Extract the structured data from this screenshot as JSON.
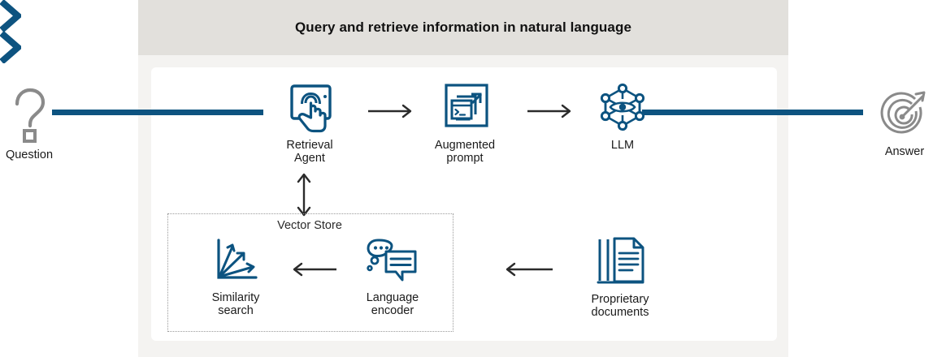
{
  "colors": {
    "brand_blue": "#0d5380",
    "icon_blue": "#0c5380",
    "header_band": "#e2e0dc",
    "outer_panel": "#f4f3f1",
    "inner_panel": "#ffffff",
    "gray_icon": "#8a8a8a",
    "arrow_dark": "#2b2b2b",
    "dotted_border": "#9a9a9a",
    "text_dark": "#1b1b1b"
  },
  "header": {
    "title": "Query and retrieve information in natural language"
  },
  "nodes": {
    "question": {
      "label": "Question",
      "icon": "question-mark-icon"
    },
    "retrieval_agent": {
      "label": "Retrieval\nAgent",
      "icon": "tablet-tap-icon"
    },
    "augmented_prompt": {
      "label": "Augmented\nprompt",
      "icon": "stacked-terminal-windows-icon"
    },
    "llm": {
      "label": "LLM",
      "icon": "neural-network-eye-icon"
    },
    "answer": {
      "label": "Answer",
      "icon": "target-arrow-icon"
    },
    "similarity_search": {
      "label": "Similarity\nsearch",
      "icon": "vector-axes-icon"
    },
    "language_encoder": {
      "label": "Language\nencoder",
      "icon": "speech-bubbles-icon"
    },
    "proprietary_documents": {
      "label": "Proprietary\ndocuments",
      "icon": "stacked-documents-icon"
    }
  },
  "vector_store": {
    "label": "Vector Store"
  },
  "connectors": {
    "question_to_agent": "thick-blue-arrow-right",
    "agent_to_prompt": "thin-arrow-right",
    "prompt_to_llm": "thin-arrow-right",
    "llm_to_answer": "thick-blue-arrow-right",
    "agent_to_vector_store": "double-headed-vertical-arrow",
    "encoder_to_similarity": "thin-arrow-left",
    "documents_to_encoder": "thin-arrow-left"
  }
}
